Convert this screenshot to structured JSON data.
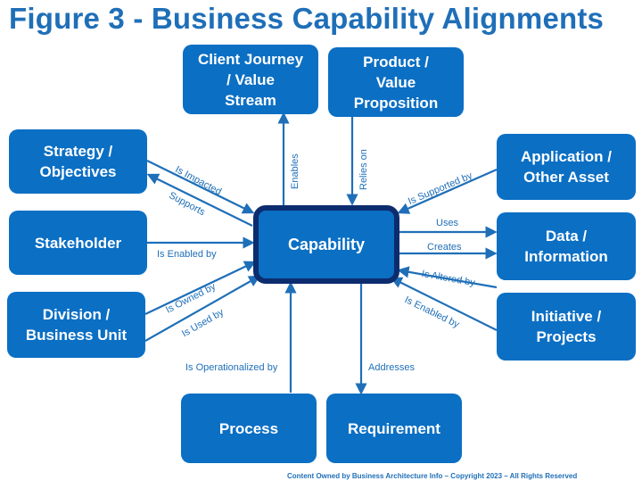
{
  "title": "Figure 3 - Business Capability Alignments",
  "center": "Capability",
  "nodes": {
    "client_journey": "Client Journey\n/ Value\nStream",
    "product_value": "Product /\nValue\nProposition",
    "strategy": "Strategy /\nObjectives",
    "stakeholder": "Stakeholder",
    "division": "Division /\nBusiness Unit",
    "application": "Application /\nOther Asset",
    "data_info": "Data /\nInformation",
    "initiative": "Initiative /\nProjects",
    "process": "Process",
    "requirement": "Requirement"
  },
  "relations": {
    "enables": "Enables",
    "relies_on": "Relies on",
    "is_impacted": "Is  Impacted",
    "supports": "Supports",
    "is_enabled_by_stakeholder": "Is Enabled by",
    "is_owned_by": "Is Owned by",
    "is_used_by": "Is Used by",
    "is_supported_by": "Is Supported by",
    "uses": "Uses",
    "creates": "Creates",
    "is_altered_by": "Is Altered by",
    "is_enabled_by_initiative": "Is Enabled by",
    "is_operationalized_by": "Is Operationalized by",
    "addresses": "Addresses"
  },
  "footer": "Content Owned by Business Architecture Info  – Copyright 2023  – All Rights Reserved",
  "colors": {
    "box": "#0b6fc4",
    "center_border": "#0c2c6e",
    "text_blue": "#1f6fb8"
  }
}
